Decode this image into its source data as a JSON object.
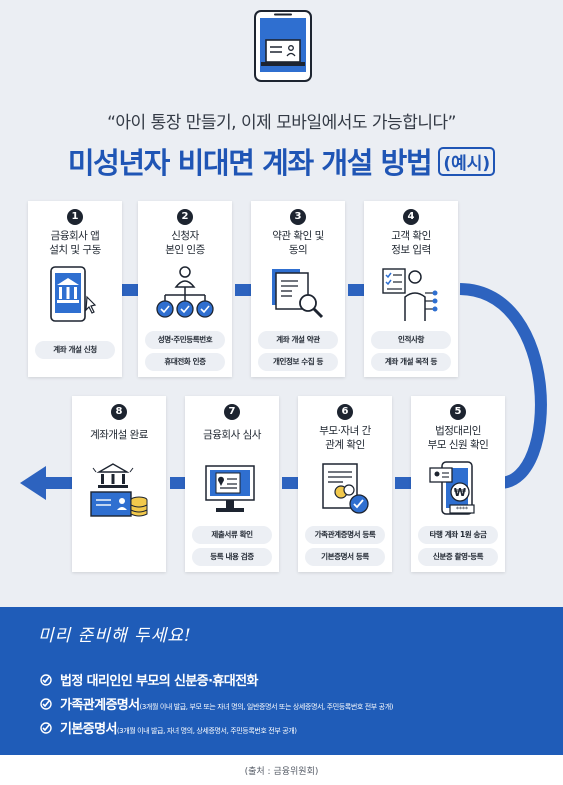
{
  "header": {
    "quote": "“아이 통장 만들기, 이제 모바일에서도 가능합니다”",
    "title": "미성년자 비대면 계좌 개설 방법",
    "title_sub": "(예시)"
  },
  "steps": [
    {
      "num": "1",
      "title": "금융회사 앱\n설치 및 구동",
      "icon": "phone-bank-icon",
      "tags": [
        "계좌 개설 신청"
      ]
    },
    {
      "num": "2",
      "title": "신청자\n본인 인증",
      "icon": "org-verify-icon",
      "tags": [
        "성명·주민등록번호",
        "휴대전화 인증"
      ]
    },
    {
      "num": "3",
      "title": "약관 확인 및\n동의",
      "icon": "document-search-icon",
      "tags": [
        "계좌 개설 약관",
        "개인정보 수집 등"
      ]
    },
    {
      "num": "4",
      "title": "고객 확인\n정보 입력",
      "icon": "person-checklist-icon",
      "tags": [
        "인적사항",
        "계좌 개설 목적 등"
      ]
    },
    {
      "num": "5",
      "title": "법정대리인\n부모 신원 확인",
      "icon": "id-card-phone-icon",
      "tags": [
        "타행 계좌 1원 송금",
        "신분증 촬영·등록"
      ]
    },
    {
      "num": "6",
      "title": "부모·자녀 간\n관계 확인",
      "icon": "family-document-icon",
      "tags": [
        "가족관계증명서 등록",
        "기본증명서 등록"
      ]
    },
    {
      "num": "7",
      "title": "금융회사 심사",
      "icon": "monitor-review-icon",
      "tags": [
        "제출서류 확인",
        "등록 내용 검증"
      ]
    },
    {
      "num": "8",
      "title": "계좌개설 완료",
      "icon": "bank-complete-icon",
      "tags": []
    }
  ],
  "prepare": {
    "heading": "미리 준비해 두세요!",
    "items": [
      {
        "title": "법정 대리인인 부모의 신분증·휴대전화",
        "detail": ""
      },
      {
        "title": "가족관계증명서",
        "detail": "(3개월 이내 발급, 부모 또는 자녀 명의, 일반증명서 또는 상세증명서, 주민등록번호 전부 공개)"
      },
      {
        "title": "기본증명서",
        "detail": "(3개월 이내 발급, 자녀 명의, 상세증명서, 주민등록번호 전부 공개)"
      }
    ]
  },
  "footer": {
    "source": "(출처 : 금융위원회)"
  },
  "colors": {
    "primary": "#1f5cb8",
    "connector": "#2d63bf",
    "background": "#ebeef3",
    "dark": "#1d2430"
  }
}
